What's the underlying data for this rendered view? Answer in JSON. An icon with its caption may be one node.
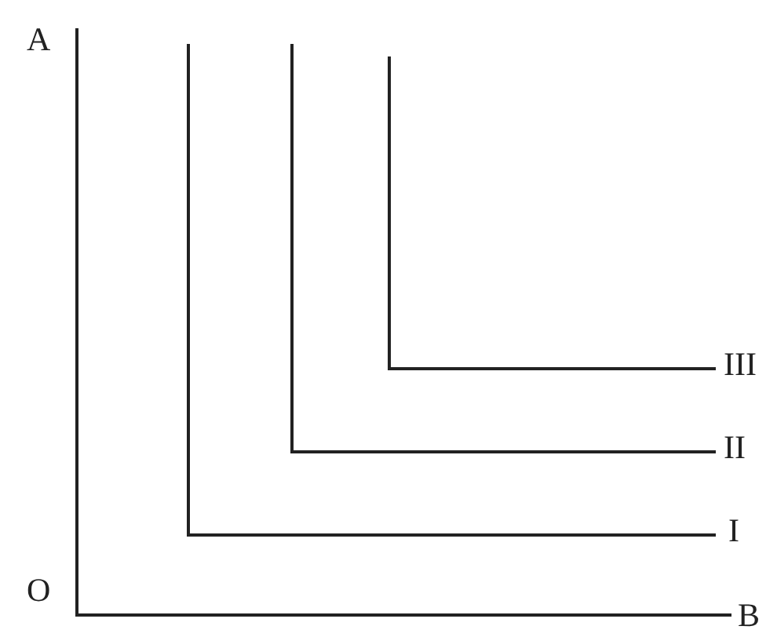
{
  "diagram": {
    "labels": [
      "A",
      "O",
      "B",
      "I",
      "II",
      "III"
    ]
  }
}
